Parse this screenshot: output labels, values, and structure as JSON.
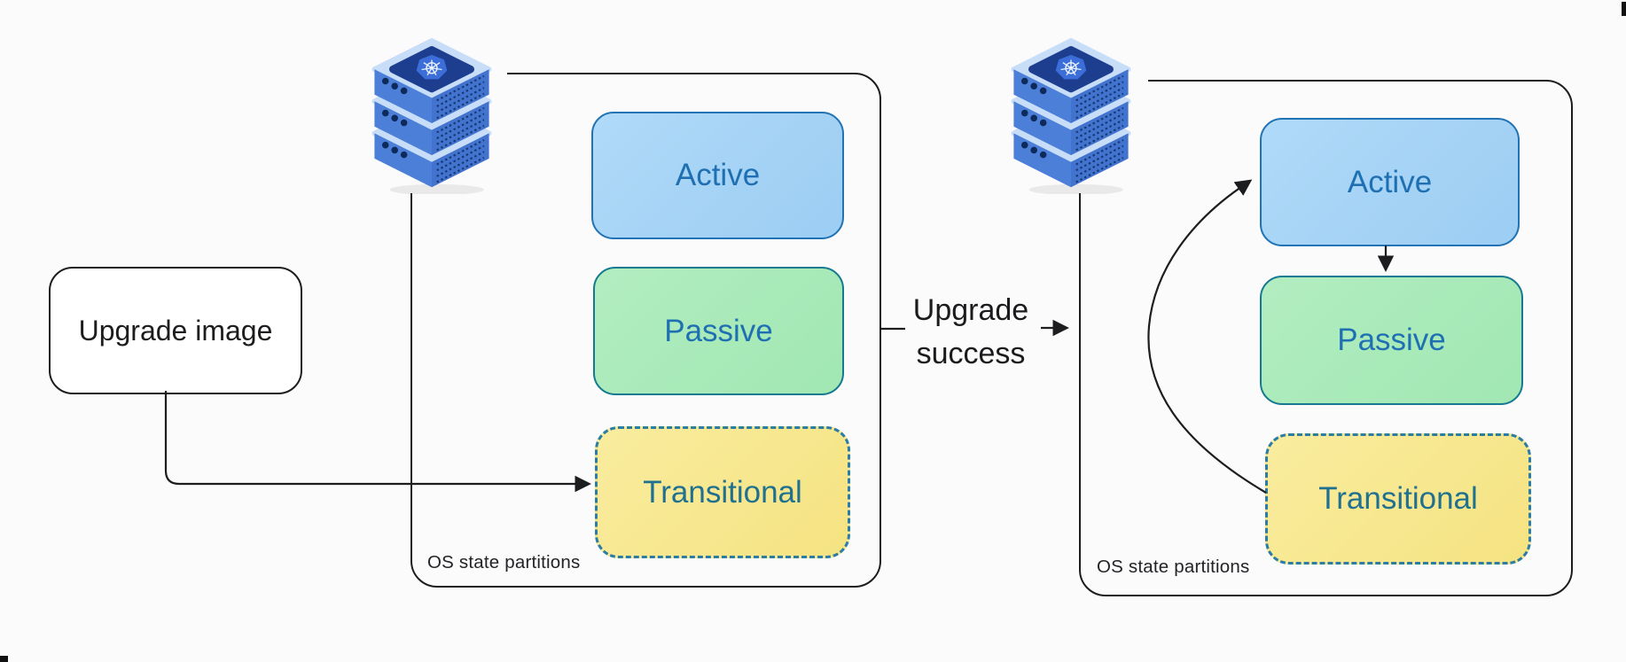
{
  "page": {
    "background": "#fbfbfc",
    "line_color": "#1d1d1f"
  },
  "upgrade_image_box": {
    "label": "Upgrade image"
  },
  "transition_label": {
    "line1": "Upgrade",
    "line2": "success"
  },
  "clusters": [
    {
      "id": "before-upgrade",
      "icon": "kubernetes-server-stack",
      "footer_label": "OS state partitions",
      "partitions": [
        {
          "name": "Active",
          "fill": "#a6d4f5",
          "border_color": "#2173b4",
          "text_color": "#1f70b2",
          "border_style": "solid"
        },
        {
          "name": "Passive",
          "fill": "#aaeabb",
          "border_color": "#15798f",
          "text_color": "#1f70b2",
          "border_style": "solid"
        },
        {
          "name": "Transitional",
          "fill": "#f8e890",
          "border_color": "#2b7da3",
          "text_color": "#20708f",
          "border_style": "dashed"
        }
      ]
    },
    {
      "id": "after-upgrade",
      "icon": "kubernetes-server-stack",
      "footer_label": "OS state partitions",
      "partitions": [
        {
          "name": "Active",
          "fill": "#a6d4f5",
          "border_color": "#2173b4",
          "text_color": "#1f70b2",
          "border_style": "solid"
        },
        {
          "name": "Passive",
          "fill": "#aaeabb",
          "border_color": "#15798f",
          "text_color": "#1f70b2",
          "border_style": "solid"
        },
        {
          "name": "Transitional",
          "fill": "#f8e890",
          "border_color": "#2b7da3",
          "text_color": "#20708f",
          "border_style": "dashed"
        }
      ]
    }
  ],
  "connectors": [
    {
      "from": "upgrade-image-box",
      "to": "transitional-partition-before",
      "type": "elbow-arrow"
    },
    {
      "from": "cluster-before",
      "to": "upgrade-success-label",
      "type": "line"
    },
    {
      "from": "upgrade-success-label",
      "to": "cluster-after",
      "type": "arrow"
    },
    {
      "from": "active-partition-after",
      "to": "passive-partition-after",
      "type": "arrow"
    },
    {
      "from": "transitional-partition-after",
      "to": "active-partition-after",
      "type": "curved-arrow"
    }
  ]
}
